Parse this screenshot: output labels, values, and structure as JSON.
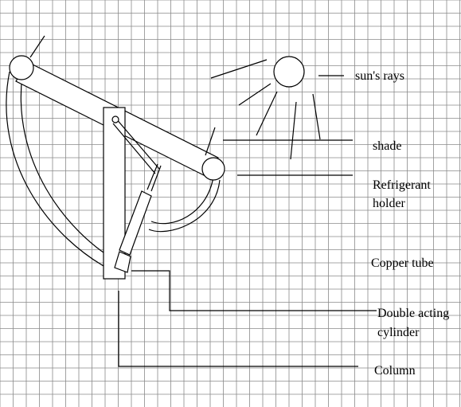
{
  "diagram": {
    "labels": {
      "suns_rays": "sun's rays",
      "shade": "shade",
      "refrigerant_holder_line1": "Refrigerant",
      "refrigerant_holder_line2": "holder",
      "copper_tube": "Copper tube",
      "double_acting_cylinder_line1": "Double acting",
      "double_acting_cylinder_line2": "cylinder",
      "column": "Column"
    },
    "colors": {
      "grid": "#8a8a8a",
      "ink": "#000000",
      "background": "#ffffff"
    }
  }
}
